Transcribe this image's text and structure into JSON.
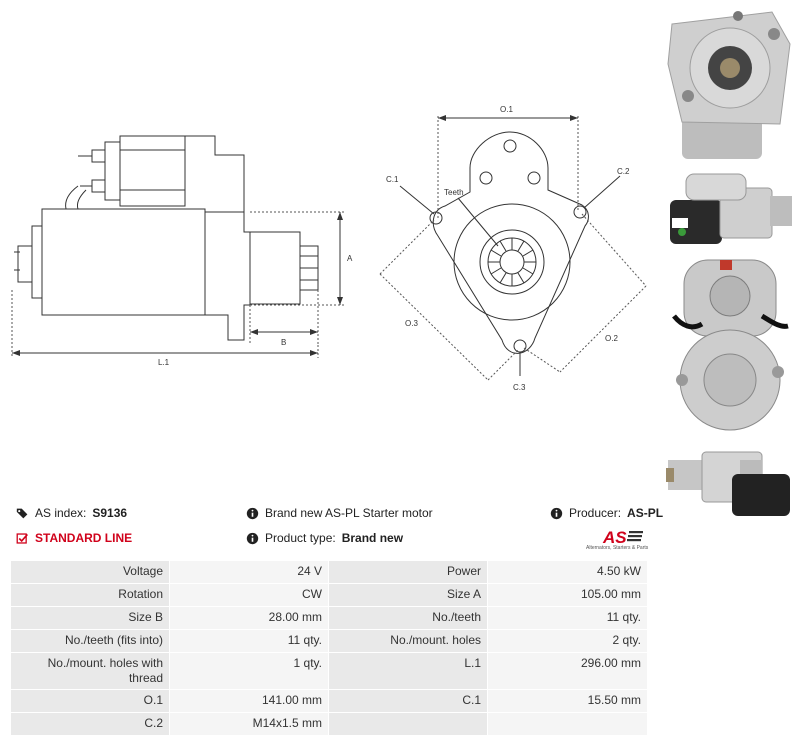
{
  "diagram": {
    "side": {
      "label_a": "A",
      "label_b": "B",
      "label_l1": "L.1"
    },
    "front": {
      "label_o1": "O.1",
      "label_c1": "C.1",
      "label_c2": "C.2",
      "label_c3": "C.3",
      "label_o2": "O.2",
      "label_o3": "O.3",
      "label_teeth": "Teeth"
    }
  },
  "info": {
    "as_index_label": "AS index:",
    "as_index_value": "S9136",
    "standard_line": "STANDARD LINE",
    "description": "Brand new AS-PL Starter motor",
    "product_type_label": "Product type:",
    "product_type_value": "Brand new",
    "producer_label": "Producer:",
    "producer_value": "AS-PL"
  },
  "logo": {
    "mark": "AS",
    "tagline": "Alternators, Starters & Parts",
    "colors": {
      "red": "#d0021b",
      "dark": "#333333"
    }
  },
  "specs": [
    [
      "Voltage",
      "24 V",
      "Power",
      "4.50 kW"
    ],
    [
      "Rotation",
      "CW",
      "Size A",
      "105.00 mm"
    ],
    [
      "Size B",
      "28.00 mm",
      "No./teeth",
      "11 qty."
    ],
    [
      "No./teeth (fits into)",
      "11 qty.",
      "No./mount. holes",
      "2 qty."
    ],
    [
      "No./mount. holes with thread",
      "1 qty.",
      "L.1",
      "296.00 mm"
    ],
    [
      "O.1",
      "141.00 mm",
      "C.1",
      "15.50 mm"
    ],
    [
      "C.2",
      "M14x1.5 mm",
      "",
      ""
    ]
  ],
  "photos": [
    {
      "name": "front-view-photo"
    },
    {
      "name": "side-view-photo"
    },
    {
      "name": "rear-view-photo"
    },
    {
      "name": "angled-view-photo"
    }
  ]
}
